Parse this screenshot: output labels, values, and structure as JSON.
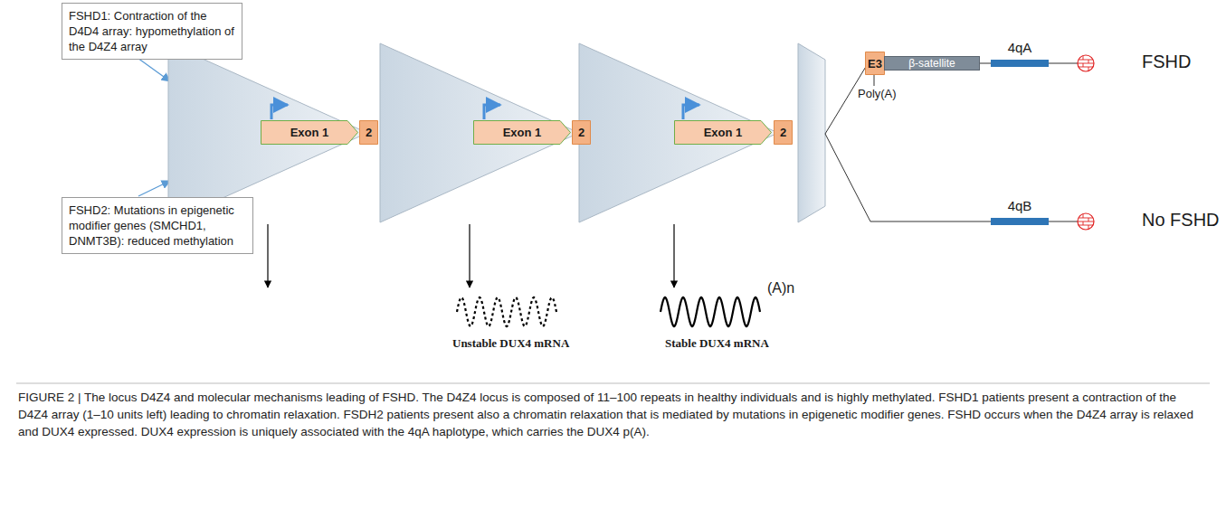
{
  "diagram": {
    "caption": "FIGURE 2 | The locus D4Z4 and molecular mechanisms leading of FSHD. The D4Z4 locus is composed of 11–100 repeats in healthy individuals and is highly methylated. FSHD1 patients present a contraction of the D4Z4 array (1–10 units left) leading to chromatin relaxation. FSDH2 patients present also a chromatin relaxation that is mediated by mutations in epigenetic modifier genes. FSHD occurs when the D4Z4 array is relaxed and DUX4 expressed. DUX4 expression is uniquely associated with the 4qA haplotype, which carries the DUX4 p(A).",
    "nodes": [
      {
        "text": [
          "FSHD1: Contraction of the D4D4 array: hypomethylation of the D4Z4 array"
        ]
      },
      {
        "text": [
          "FSHD2: Mutations in epigenetic modifier genes (SMCHD1, DNMT3B): reduced methylation"
        ]
      },
      {
        "text": [
          "Exon 1"
        ]
      },
      {
        "text": [
          "2"
        ]
      },
      {
        "text": [
          "Exon 1"
        ]
      },
      {
        "text": [
          "2"
        ]
      },
      {
        "text": [
          "Exon 1"
        ]
      },
      {
        "text": [
          "2"
        ]
      },
      {
        "text": [
          "E3"
        ]
      },
      {
        "text": [
          "β-satellite"
        ]
      },
      {
        "text": [
          "4qA"
        ]
      },
      {
        "text": [
          "4qB"
        ]
      }
    ],
    "edges": [
      {
        "from": 9,
        "to": 10,
        "arrow": "none"
      }
    ],
    "labels": [
      "Poly(A)",
      "FSHD",
      "No FSHD",
      "Unstable DUX4 mRNA",
      "Stable DUX4 mRNA",
      "(A)n"
    ]
  }
}
